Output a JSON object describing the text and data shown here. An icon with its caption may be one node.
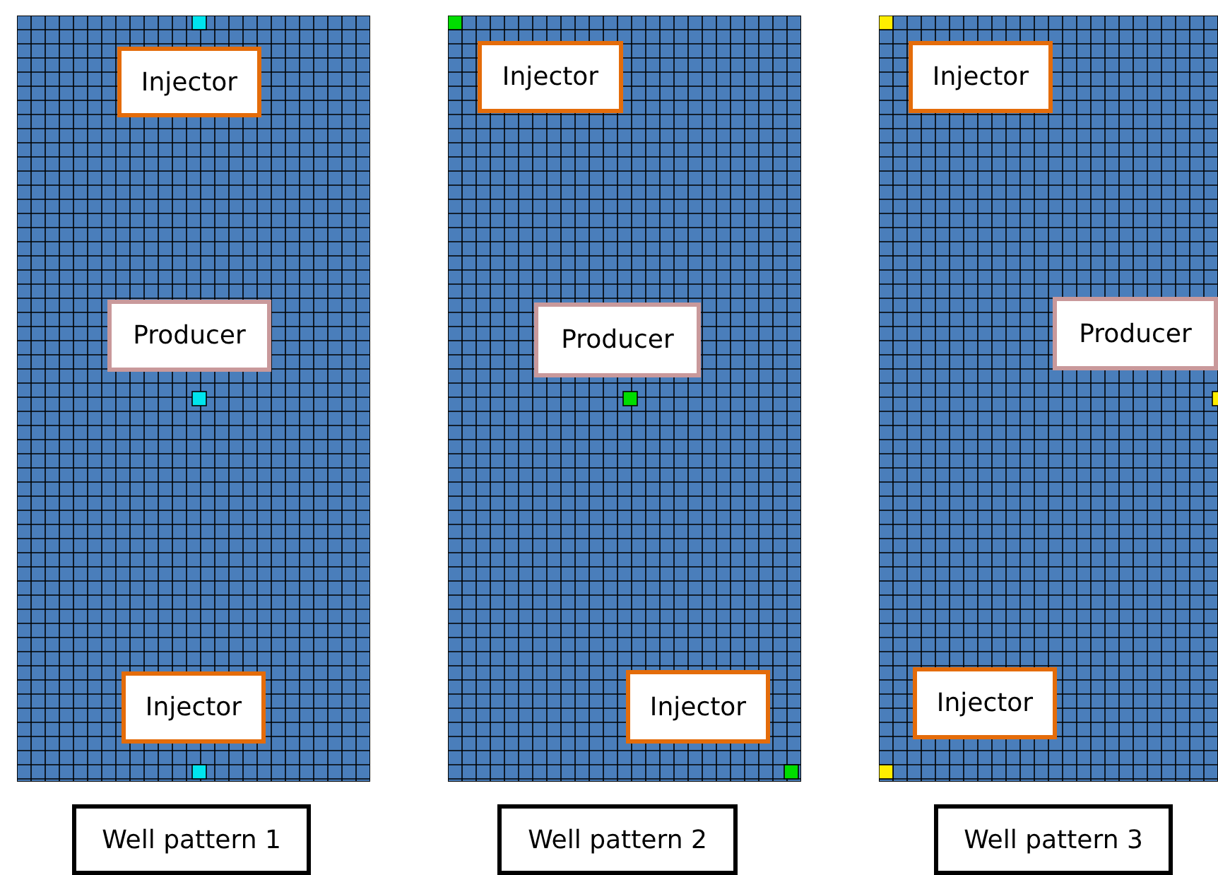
{
  "diagram": {
    "nodes": [
      {
        "text": [
          "Injector"
        ]
      },
      {
        "text": [
          "Producer"
        ]
      },
      {
        "text": [
          "Injector"
        ]
      },
      {
        "text": [
          "Well pattern 1"
        ]
      },
      {
        "text": [
          "Injector"
        ]
      },
      {
        "text": [
          "Producer"
        ]
      },
      {
        "text": [
          "Injector"
        ]
      },
      {
        "text": [
          "Well pattern 2"
        ]
      },
      {
        "text": [
          "Injector"
        ]
      },
      {
        "text": [
          "Producer"
        ]
      },
      {
        "text": [
          "Injector"
        ]
      },
      {
        "text": [
          "Well pattern 3"
        ]
      }
    ]
  }
}
